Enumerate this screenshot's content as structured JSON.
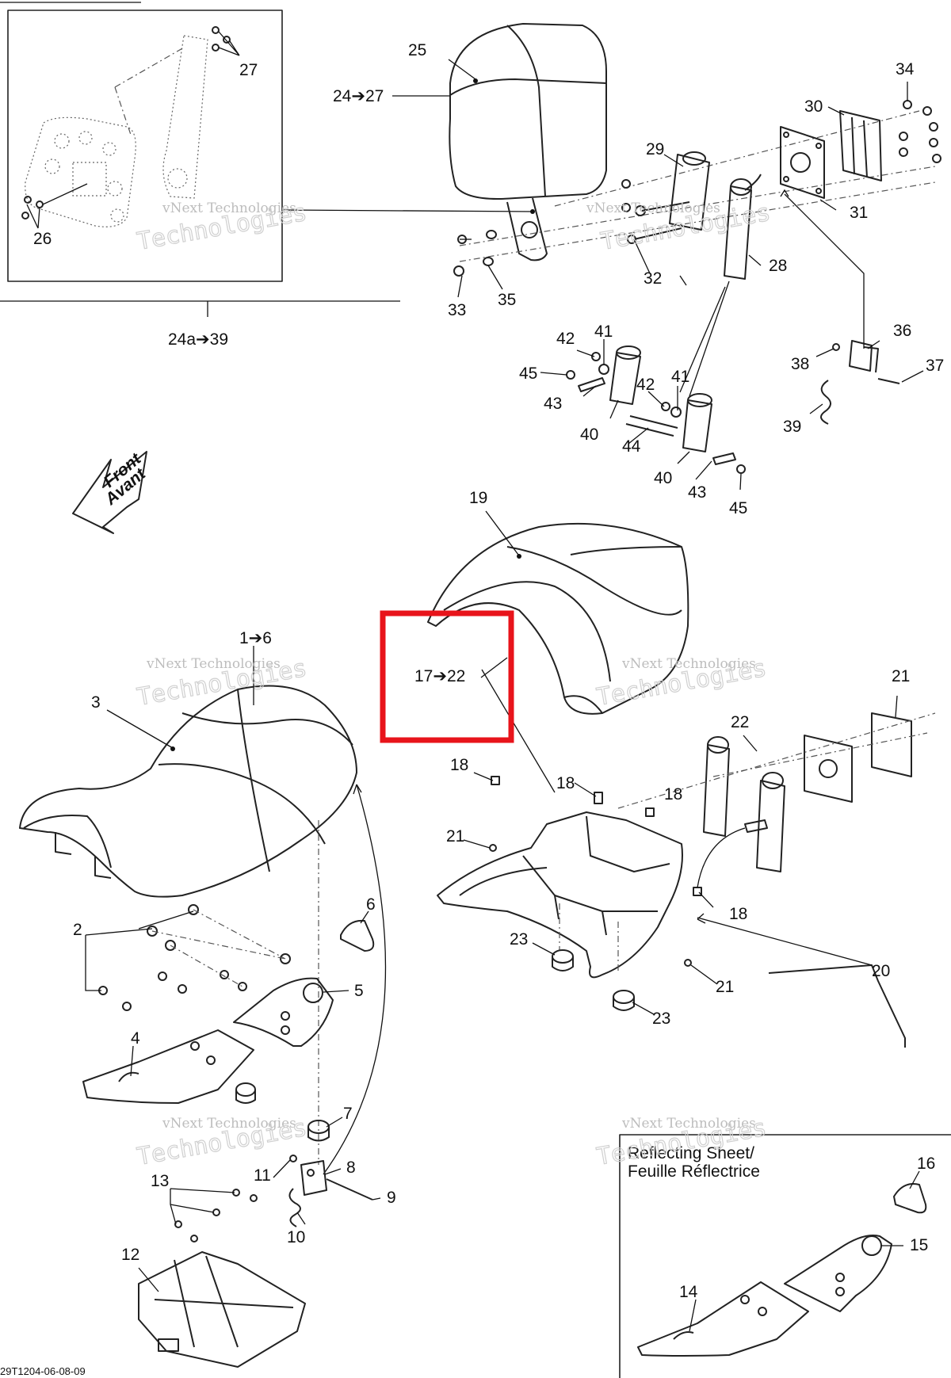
{
  "labels": {
    "l25": "25",
    "l24_27": "24➔27",
    "l27": "27",
    "l26": "26",
    "l24a_39": "24a➔39",
    "l34": "34",
    "l30": "30",
    "l29": "29",
    "l31": "31",
    "l28": "28",
    "l32": "32",
    "l33": "33",
    "l35": "35",
    "l42a": "42",
    "l41a": "41",
    "l45a": "45",
    "l43a": "43",
    "l40a": "40",
    "l42b": "42",
    "l41b": "41",
    "l44": "44",
    "l40b": "40",
    "l43b": "43",
    "l45b": "45",
    "l36": "36",
    "l38": "38",
    "l37": "37",
    "l39": "39",
    "l19": "19",
    "l1_6": "1➔6",
    "l3": "3",
    "l17_22": "17➔22",
    "l21a": "21",
    "l22": "22",
    "l18a": "18",
    "l18b": "18",
    "l18c": "18",
    "l18d": "18",
    "l21b": "21",
    "l23a": "23",
    "l21c": "21",
    "l20": "20",
    "l23b": "23",
    "l2": "2",
    "l6": "6",
    "l5": "5",
    "l4": "4",
    "l7": "7",
    "l11": "11",
    "l8": "8",
    "l9": "9",
    "l10": "10",
    "l13": "13",
    "l12": "12",
    "l16": "16",
    "l15": "15",
    "l14": "14"
  },
  "front_arrow": {
    "line1": "Front",
    "line2": "Avant"
  },
  "reflecting_sheet": {
    "line1": "Reflecting Sheet/",
    "line2": "Feuille Réflectrice"
  },
  "footer_code": "29T1204-06-08-09",
  "watermark": {
    "line1": "vNext Technologies",
    "line2": "Technologies"
  },
  "highlight_color": "#e8141b"
}
